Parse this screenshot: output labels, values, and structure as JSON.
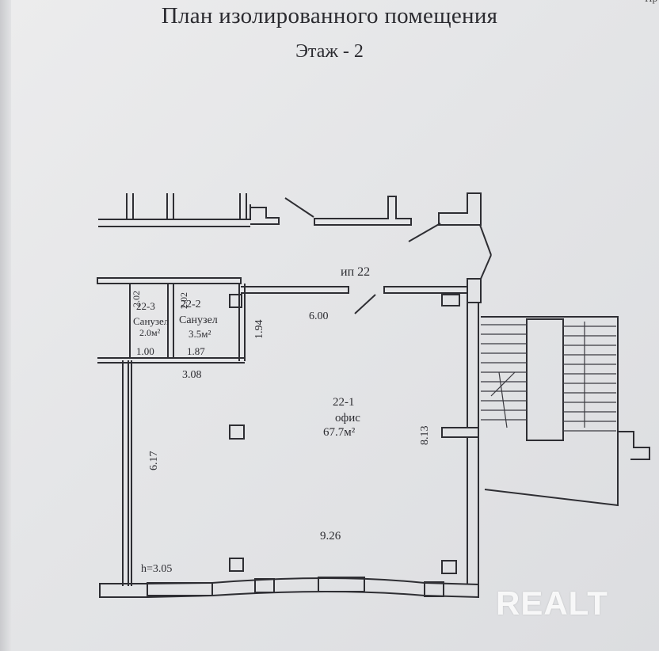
{
  "header": {
    "title": "План изолированного помещения",
    "floor": "Этаж - 2",
    "corner": "Пр"
  },
  "plan": {
    "ip_label": "ип 22",
    "rooms": [
      {
        "id": "22-1",
        "name": "офис",
        "area": "67.7м²"
      },
      {
        "id": "22-2",
        "name": "Санузел",
        "area": "3.5м²"
      },
      {
        "id": "22-3",
        "name": "Санузел",
        "area": "2.0м²"
      }
    ],
    "dimensions": {
      "d_602_a": "2.02",
      "d_202_b": "2.02",
      "d_194": "1.94",
      "d_600": "6.00",
      "d_100": "1.00",
      "d_187": "1.87",
      "d_308": "3.08",
      "d_617": "6.17",
      "d_813": "8.13",
      "d_926": "9.26",
      "height": "h=3.05"
    }
  },
  "watermark": "REALT"
}
